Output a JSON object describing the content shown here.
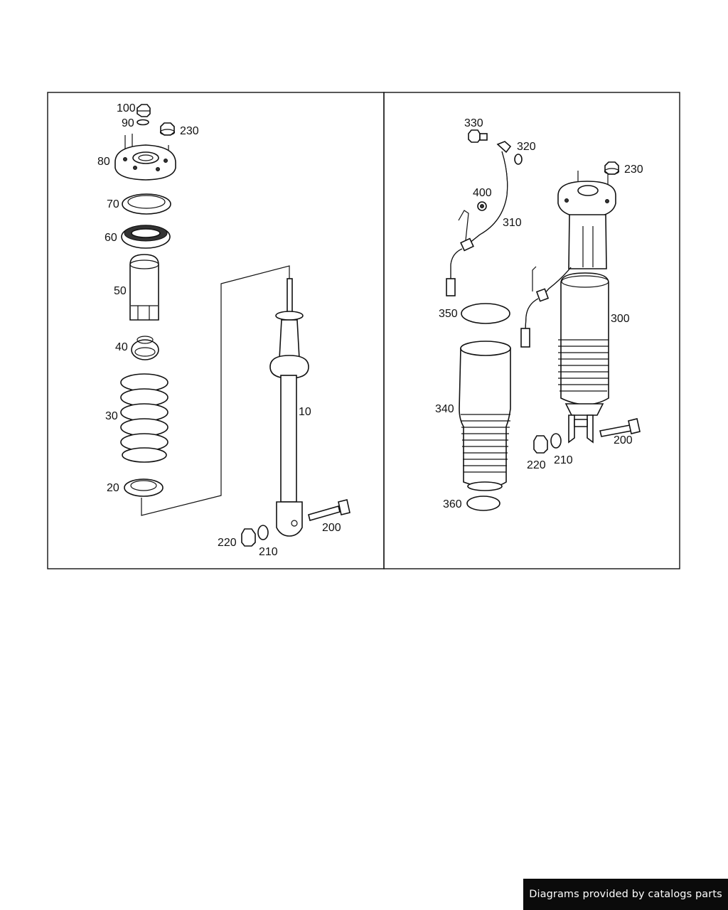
{
  "labels": {
    "left": {
      "p100": "100",
      "p90": "90",
      "p230": "230",
      "p80": "80",
      "p70": "70",
      "p60": "60",
      "p50": "50",
      "p40": "40",
      "p30": "30",
      "p20": "20",
      "p10": "10",
      "p220": "220",
      "p210": "210",
      "p200": "200"
    },
    "right": {
      "p330": "330",
      "p320": "320",
      "p230": "230",
      "p400": "400",
      "p310": "310",
      "p350": "350",
      "p300": "300",
      "p340": "340",
      "p220": "220",
      "p210": "210",
      "p200": "200",
      "p360": "360"
    }
  },
  "credit": "Diagrams provided by catalogs parts"
}
